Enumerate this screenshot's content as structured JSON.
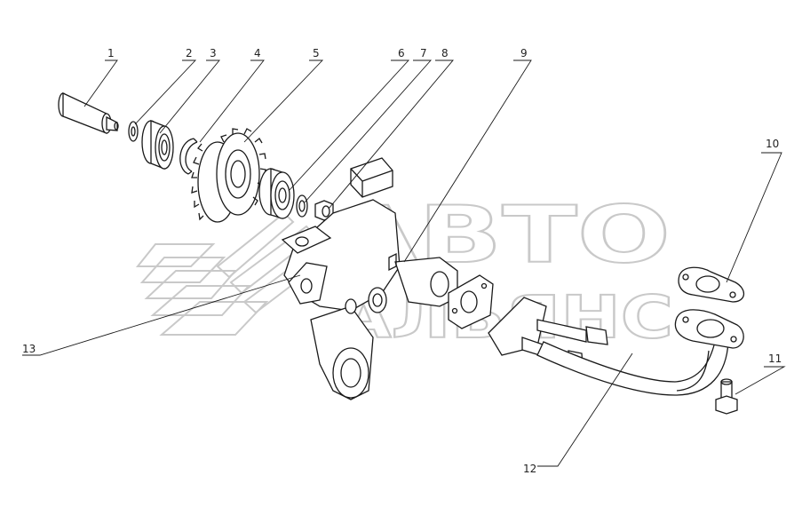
{
  "watermark": {
    "line1": "АВТО",
    "line2": "АЛЬЯНС"
  },
  "callouts": [
    {
      "id": "1",
      "text": "1"
    },
    {
      "id": "2",
      "text": "2"
    },
    {
      "id": "3",
      "text": "3"
    },
    {
      "id": "4",
      "text": "4"
    },
    {
      "id": "5",
      "text": "5"
    },
    {
      "id": "6",
      "text": "6"
    },
    {
      "id": "7",
      "text": "7"
    },
    {
      "id": "8",
      "text": "8"
    },
    {
      "id": "9",
      "text": "9"
    },
    {
      "id": "10",
      "text": "10"
    },
    {
      "id": "11",
      "text": "11"
    },
    {
      "id": "12",
      "text": "12"
    },
    {
      "id": "13",
      "text": "13"
    }
  ]
}
